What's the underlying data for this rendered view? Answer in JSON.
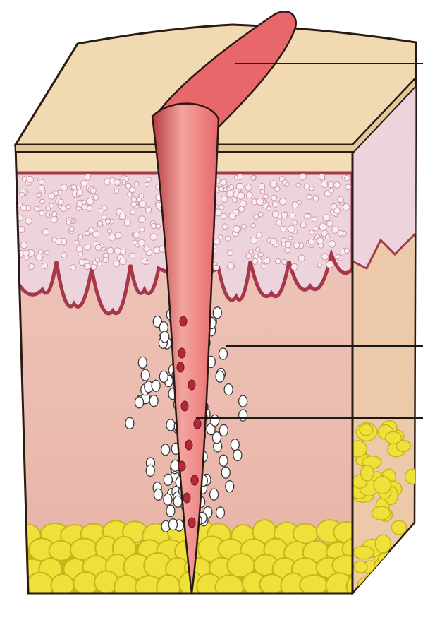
{
  "diagram": {
    "subject": "skin-cross-section-with-inflamed-follicle",
    "colors": {
      "background": "#ffffff",
      "outline": "#2a1a12",
      "surface_top": "#f1d9b1",
      "surface_top_shade": "#e6c79a",
      "epidermis_front": "#f3dcb8",
      "cell_layer": "#ecd3dc",
      "cell_layer_edge": "#a5384a",
      "dermis": "#f0c8bc",
      "dermis_shade": "#e7b3a6",
      "side_face": "#ecc9a8",
      "fat": "#efe13a",
      "fat_shade": "#c8b51c",
      "follicle": "#e8676a",
      "follicle_light": "#f3a59f",
      "follicle_dark": "#b53a40",
      "red_cell": "#b5283a",
      "pointer_line": "#1a1a1a"
    },
    "pointers": [
      {
        "target": "hair-shaft"
      },
      {
        "target": "white-cell-cluster"
      },
      {
        "target": "red-cells-in-follicle"
      }
    ]
  }
}
